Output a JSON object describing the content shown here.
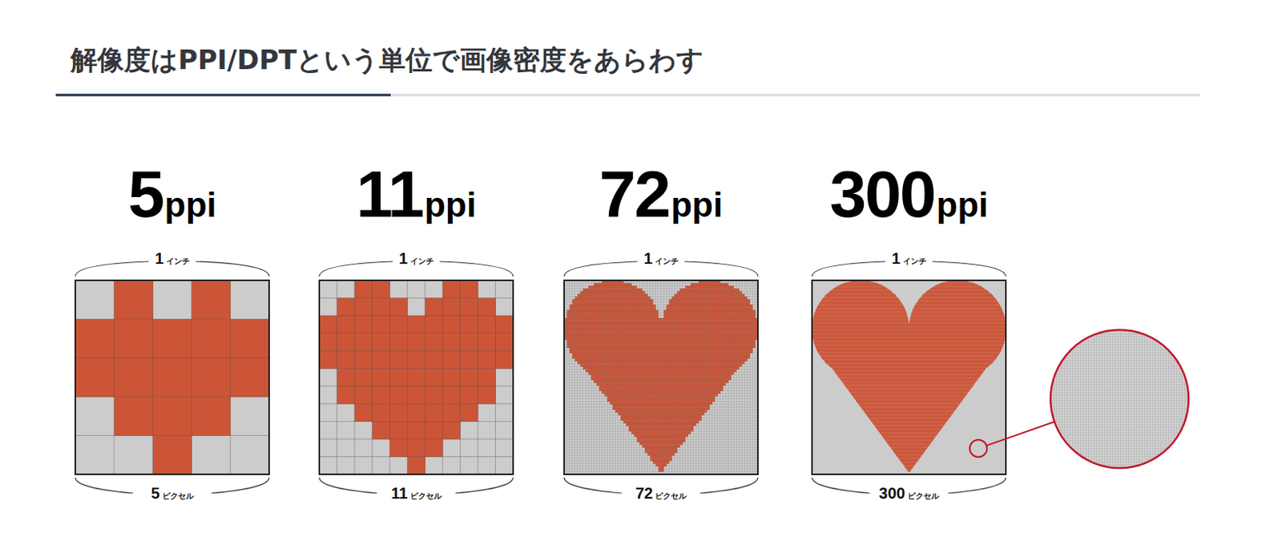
{
  "diagram": {
    "title": "解像度はPPI/DPTという単位で画像密度をあらわす",
    "labels": [
      "5",
      "ppi",
      "11",
      "ppi",
      "72",
      "ppi",
      "300",
      "ppi",
      "1",
      "インチ",
      "1",
      "インチ",
      "1",
      "インチ",
      "1",
      "インチ",
      "5",
      "ピクセル",
      "11",
      "ピクセル",
      "72",
      "ピクセル",
      "300",
      "ピクセル"
    ]
  }
}
